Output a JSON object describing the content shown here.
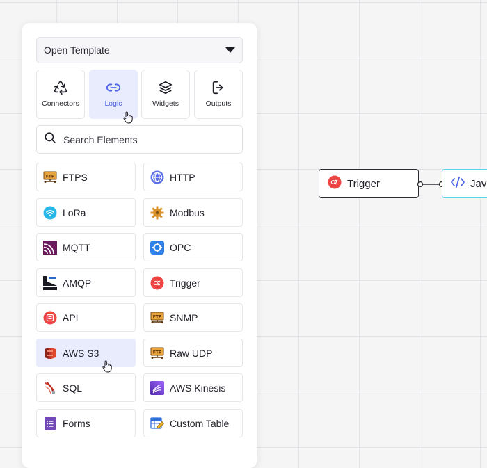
{
  "template_select": {
    "label": "Open Template"
  },
  "tabs": [
    {
      "label": "Connectors",
      "icon": "recycle-icon",
      "active": false
    },
    {
      "label": "Logic",
      "icon": "link-icon",
      "active": true
    },
    {
      "label": "Widgets",
      "icon": "layers-icon",
      "active": false
    },
    {
      "label": "Outputs",
      "icon": "logout-icon",
      "active": false
    }
  ],
  "search": {
    "placeholder": "Search Elements",
    "value": ""
  },
  "elements": [
    {
      "label": "FTPS",
      "icon": "ftp-icon"
    },
    {
      "label": "HTTP",
      "icon": "globe-icon"
    },
    {
      "label": "LoRa",
      "icon": "wifi-icon"
    },
    {
      "label": "Modbus",
      "icon": "gear-icon"
    },
    {
      "label": "MQTT",
      "icon": "mqtt-icon"
    },
    {
      "label": "OPC",
      "icon": "opc-icon"
    },
    {
      "label": "AMQP",
      "icon": "amqp-icon"
    },
    {
      "label": "Trigger",
      "icon": "trigger-icon"
    },
    {
      "label": "API",
      "icon": "api-icon"
    },
    {
      "label": "SNMP",
      "icon": "ftp-icon"
    },
    {
      "label": "AWS S3",
      "icon": "aws-s3-icon",
      "selected": true
    },
    {
      "label": "Raw UDP",
      "icon": "ftp-icon"
    },
    {
      "label": "SQL",
      "icon": "sql-icon"
    },
    {
      "label": "AWS Kinesis",
      "icon": "aws-kinesis-icon"
    },
    {
      "label": "Forms",
      "icon": "forms-icon"
    },
    {
      "label": "Custom Table",
      "icon": "table-edit-icon"
    }
  ],
  "nodes": {
    "trigger": {
      "label": "Trigger",
      "icon": "trigger-icon"
    },
    "js": {
      "label": "Jav",
      "icon": "code-icon"
    }
  },
  "colors": {
    "accent": "#4c63e6",
    "active_bg": "#e9ecfd",
    "trigger_red": "#ef4444",
    "node_js_border": "#57d6e3"
  }
}
